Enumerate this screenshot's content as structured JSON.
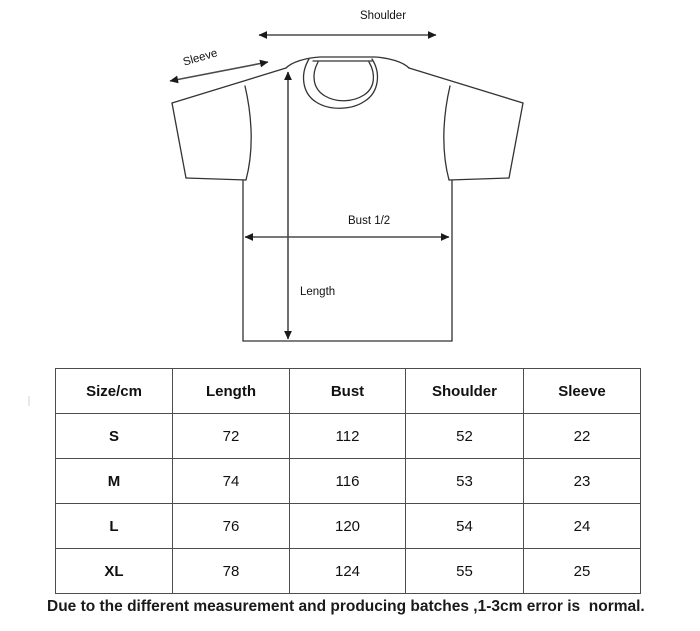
{
  "page": {
    "background_color": "#ffffff",
    "line_color": "#333333",
    "border_color": "#4d4d4d",
    "text_color": "#111111"
  },
  "diagram": {
    "name": "t-shirt-measurement-diagram",
    "labels": {
      "shoulder": "Shoulder",
      "sleeve": "Sleeve",
      "bust": "Bust 1/2",
      "length": "Length"
    }
  },
  "table": {
    "columns": [
      "Size/cm",
      "Length",
      "Bust",
      "Shoulder",
      "Sleeve"
    ],
    "rows": [
      {
        "size": "S",
        "length": "72",
        "bust": "112",
        "shoulder": "52",
        "sleeve": "22"
      },
      {
        "size": "M",
        "length": "74",
        "bust": "116",
        "shoulder": "53",
        "sleeve": "23"
      },
      {
        "size": "L",
        "length": "76",
        "bust": "120",
        "shoulder": "54",
        "sleeve": "24"
      },
      {
        "size": "XL",
        "length": "78",
        "bust": "124",
        "shoulder": "55",
        "sleeve": "25"
      }
    ]
  },
  "footer": {
    "note": "Due to the different measurement and producing batches ,1-3cm error is  normal."
  }
}
